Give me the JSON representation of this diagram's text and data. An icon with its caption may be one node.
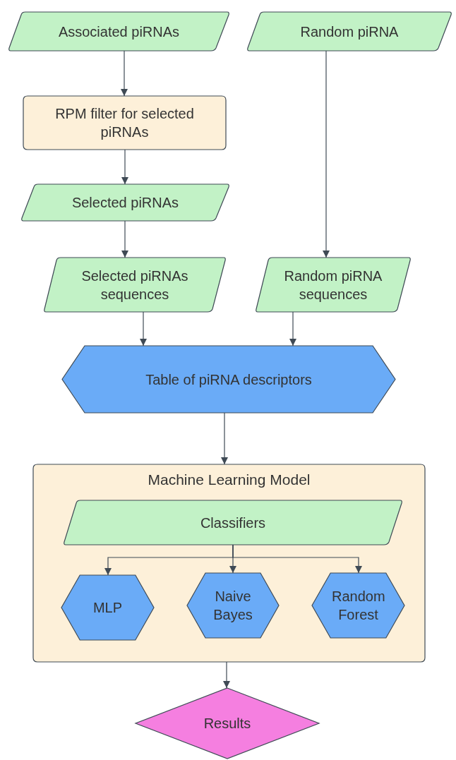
{
  "diagram": {
    "nodes": [
      {
        "text": [
          "Associated piRNAs"
        ]
      },
      {
        "text": [
          "Random piRNA"
        ]
      },
      {
        "text": [
          "RPM filter for selected piRNAs"
        ]
      },
      {
        "text": [
          "Selected piRNAs"
        ]
      },
      {
        "text": [
          "Selected piRNAs sequences"
        ]
      },
      {
        "text": [
          "Random piRNA sequences"
        ]
      },
      {
        "text": [
          "Table of piRNA descriptors"
        ]
      },
      {
        "text": [
          "Machine Learning Model"
        ]
      },
      {
        "text": [
          "Classifiers"
        ],
        "in": 7
      },
      {
        "text": [
          "MLP"
        ],
        "in": 7
      },
      {
        "text": [
          "Naive Bayes"
        ],
        "in": 7
      },
      {
        "text": [
          "Random Forest"
        ],
        "in": 7
      },
      {
        "text": [
          "Results"
        ]
      }
    ],
    "edges": [
      {
        "from": 0,
        "to": 2,
        "arrow": "to"
      },
      {
        "from": 2,
        "to": 3,
        "arrow": "to"
      },
      {
        "from": 3,
        "to": 4,
        "arrow": "to"
      },
      {
        "from": 1,
        "to": 5,
        "arrow": "to"
      },
      {
        "from": 4,
        "to": 6,
        "arrow": "to"
      },
      {
        "from": 5,
        "to": 6,
        "arrow": "to"
      },
      {
        "from": 6,
        "to": 7,
        "arrow": "to"
      },
      {
        "from": 8,
        "to": 9,
        "arrow": "to"
      },
      {
        "from": 8,
        "to": 10,
        "arrow": "to"
      },
      {
        "from": 8,
        "to": 11,
        "arrow": "to"
      },
      {
        "from": 7,
        "to": 12,
        "arrow": "to"
      }
    ]
  }
}
